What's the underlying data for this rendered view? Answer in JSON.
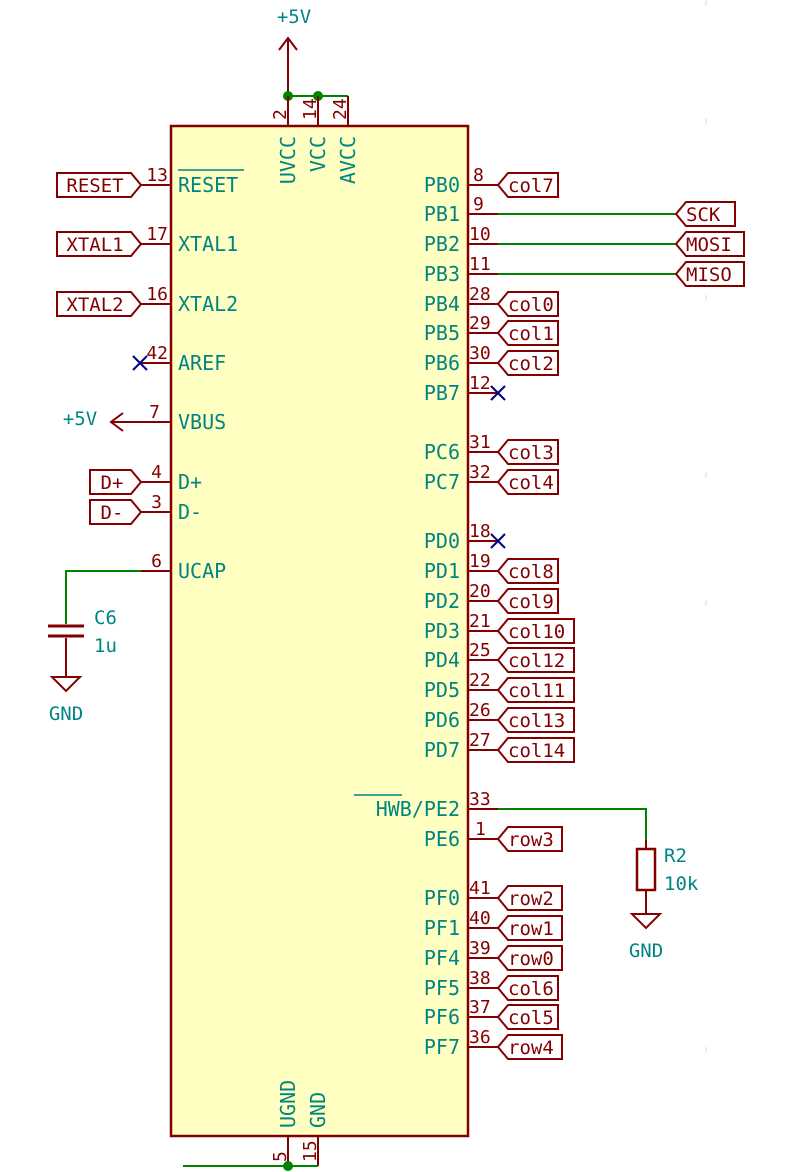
{
  "power": {
    "top_label": "+5V",
    "vbus_label": "+5V",
    "gnd_c6": "GND",
    "gnd_r2": "GND"
  },
  "chip": {
    "top_pins": [
      {
        "name": "UVCC",
        "num": "2"
      },
      {
        "name": "VCC",
        "num": "14"
      },
      {
        "name": "AVCC",
        "num": "24"
      }
    ],
    "bottom_pins": [
      {
        "name": "UGND",
        "num": "5"
      },
      {
        "name": "GND",
        "num": "15"
      }
    ],
    "left_pins": [
      {
        "name": "RESET",
        "num": "13",
        "label": "RESET"
      },
      {
        "name": "XTAL1",
        "num": "17",
        "label": "XTAL1"
      },
      {
        "name": "XTAL2",
        "num": "16",
        "label": "XTAL2"
      },
      {
        "name": "AREF",
        "num": "42"
      },
      {
        "name": "VBUS",
        "num": "7"
      },
      {
        "name": "D+",
        "num": "4",
        "label": "D+"
      },
      {
        "name": "D-",
        "num": "3",
        "label": "D-"
      },
      {
        "name": "UCAP",
        "num": "6"
      }
    ],
    "right_pins": [
      {
        "name": "PB0",
        "num": "8",
        "label": "col7"
      },
      {
        "name": "PB1",
        "num": "9",
        "label": "SCK"
      },
      {
        "name": "PB2",
        "num": "10",
        "label": "MOSI"
      },
      {
        "name": "PB3",
        "num": "11",
        "label": "MISO"
      },
      {
        "name": "PB4",
        "num": "28",
        "label": "col0"
      },
      {
        "name": "PB5",
        "num": "29",
        "label": "col1"
      },
      {
        "name": "PB6",
        "num": "30",
        "label": "col2"
      },
      {
        "name": "PB7",
        "num": "12"
      },
      {
        "name": "PC6",
        "num": "31",
        "label": "col3"
      },
      {
        "name": "PC7",
        "num": "32",
        "label": "col4"
      },
      {
        "name": "PD0",
        "num": "18"
      },
      {
        "name": "PD1",
        "num": "19",
        "label": "col8"
      },
      {
        "name": "PD2",
        "num": "20",
        "label": "col9"
      },
      {
        "name": "PD3",
        "num": "21",
        "label": "col10"
      },
      {
        "name": "PD4",
        "num": "25",
        "label": "col12"
      },
      {
        "name": "PD5",
        "num": "22",
        "label": "col11"
      },
      {
        "name": "PD6",
        "num": "26",
        "label": "col13"
      },
      {
        "name": "PD7",
        "num": "27",
        "label": "col14"
      },
      {
        "name_overbar": "HWB",
        "name_rest": "/PE2",
        "num": "33"
      },
      {
        "name": "PE6",
        "num": "1",
        "label": "row3"
      },
      {
        "name": "PF0",
        "num": "41",
        "label": "row2"
      },
      {
        "name": "PF1",
        "num": "40",
        "label": "row1"
      },
      {
        "name": "PF4",
        "num": "39",
        "label": "row0"
      },
      {
        "name": "PF5",
        "num": "38",
        "label": "col6"
      },
      {
        "name": "PF6",
        "num": "37",
        "label": "col5"
      },
      {
        "name": "PF7",
        "num": "36",
        "label": "row4"
      }
    ]
  },
  "c6": {
    "ref": "C6",
    "value": "1u"
  },
  "r2": {
    "ref": "R2",
    "value": "10k"
  }
}
